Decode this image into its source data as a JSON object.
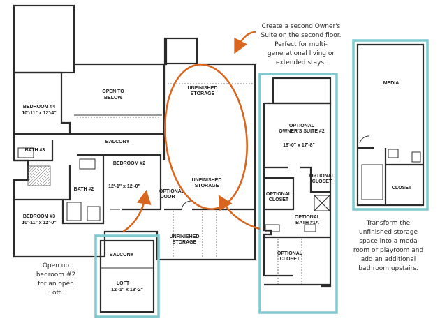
{
  "colors": {
    "annotation_orange": "#d9661f",
    "highlight_teal": "#7fc9cf",
    "wall": "#2b2b2b"
  },
  "rooms": {
    "open_to_below": [
      "OPEN TO",
      "BELOW"
    ],
    "bedroom4": [
      "BEDROOM #4",
      "10'-11\" x 12'-4\""
    ],
    "bath3": "BATH #3",
    "balcony_main": "BALCONY",
    "bedroom2": [
      "BEDROOM #2",
      "12'-1\" x 12'-0\""
    ],
    "bath2": "BATH #2",
    "bedroom3": [
      "BEDROOM #3",
      "10'-11\" x 12'-0\""
    ],
    "unfinished_storage_top": [
      "UNFINISHED",
      "STORAGE"
    ],
    "unfinished_storage_mid": [
      "UNFINISHED",
      "STORAGE"
    ],
    "optional_door": [
      "OPTIONAL",
      "DOOR"
    ],
    "unfinished_storage_bottom": [
      "UNFINISHED",
      "STORAGE"
    ],
    "loft_balcony": "BALCONY",
    "loft": [
      "LOFT",
      "12'-1\" x 18'-2\""
    ],
    "owners_suite": [
      "OPTIONAL",
      "OWNER'S SUITE #2"
    ],
    "owners_suite_dims": "16'-0\" x 17'-8\"",
    "optional_closet_right": [
      "OPTIONAL",
      "CLOSET"
    ],
    "optional_closet_left": [
      "OPTIONAL",
      "CLOSET"
    ],
    "optional_bath": [
      "OPTIONAL",
      "BATH #1A"
    ],
    "optional_closet_bottom": [
      "OPTIONAL",
      "CLOSET"
    ],
    "media": "MEDIA",
    "closet": "CLOSET"
  },
  "notes": {
    "top": [
      "Create a second Owner's",
      "Suite on the second floor.",
      "Perfect for multi-",
      "generational living or",
      "extended stays."
    ],
    "left": [
      "Open up",
      "bedroom #2",
      "for an open",
      "Loft."
    ],
    "right": [
      "Transform the",
      "unfinished storage",
      "space into a meda",
      "room or playroom and",
      "add an additional",
      "bathroom upstairs."
    ]
  }
}
